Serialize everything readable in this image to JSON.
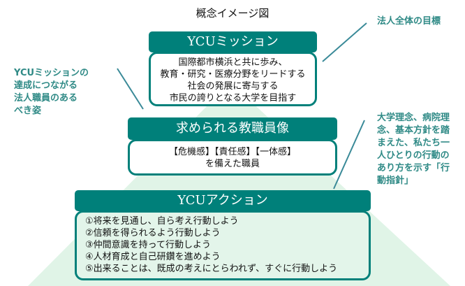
{
  "title": "概念イメージ図",
  "mission": {
    "header": "YCUミッション",
    "lines": [
      "国際都市横浜と共に歩み、",
      "教育・研究・医療分野をリードする",
      "社会の発展に寄与する",
      "市民の誇りとなる大学を目指す"
    ]
  },
  "staff": {
    "header": "求められる教職員像",
    "lines": [
      "【危機感】【責任感】【一体感】",
      "を備えた職員"
    ]
  },
  "action": {
    "header": "YCUアクション",
    "lines": [
      "①将来を見通し、自ら考え行動しよう",
      "②信頼を得られるよう行動しよう",
      "③仲間意識を持って行動しよう",
      "④人材育成と自己研鑽を進めよう",
      "⑤出来ることは、既成の考えにとらわれず、すぐに行動しよう"
    ]
  },
  "notes": {
    "left": [
      "YCUミッションの",
      "達成につながる",
      "法人職員のある",
      "べき姿"
    ],
    "right_top": "法人全体の目標",
    "right_mid": [
      "大学理念、病院理",
      "念、基本方針を踏",
      "まえた、私たち一",
      "人ひとりの行動の",
      "あり方を示す「行",
      "動指針」"
    ]
  },
  "colors": {
    "teal": "#00807a",
    "pyramid": "#e0f4e7",
    "note": "#2f8a86"
  }
}
